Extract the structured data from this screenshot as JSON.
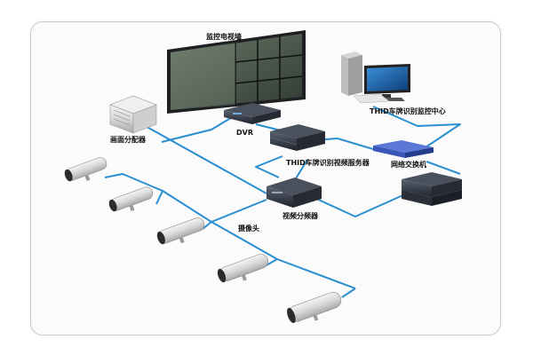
{
  "labels": {
    "video_wall": "监控电视墙",
    "splitter": "画面分配器",
    "dvr": "DVR",
    "monitor_center": "THID车牌识别监控中心",
    "lpr_server": "THID车牌识别视频服务器",
    "switch": "网络交换机",
    "video_distributor": "视频分频器",
    "cameras": "摄像头"
  },
  "colors": {
    "cable": "#2a8fd0",
    "frame": "#c9c9c9",
    "device_dark": "#2d3440",
    "switch_blue": "#3a56b8"
  }
}
